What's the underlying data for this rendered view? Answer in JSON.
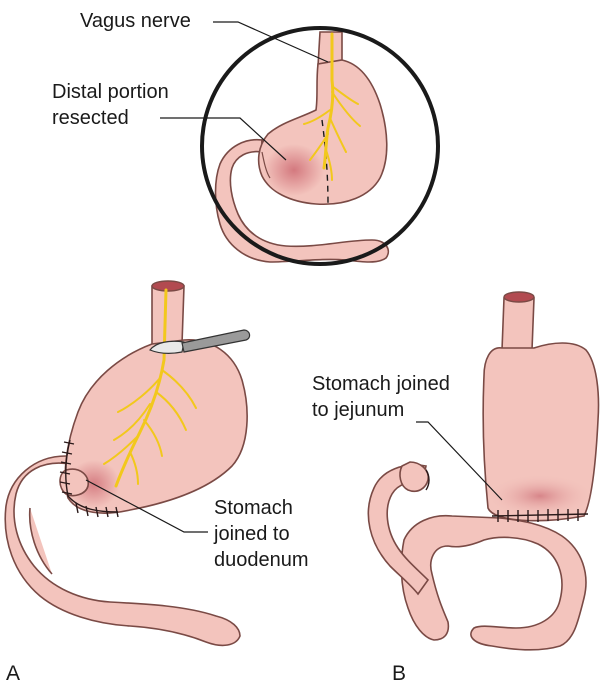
{
  "labels": {
    "vagus_nerve": "Vagus nerve",
    "distal_line1": "Distal portion",
    "distal_line2": "resected",
    "a_line1": "Stomach",
    "a_line2": "joined to",
    "a_line3": "duodenum",
    "b_line1": "Stomach joined",
    "b_line2": "to jejunum"
  },
  "panels": {
    "a": "A",
    "b": "B"
  },
  "colors": {
    "tissue": "#f3c4bd",
    "tissue_dark": "#d98f8b",
    "outline": "#7a4a45",
    "nerve": "#f2c81c",
    "ink": "#1a1a1a"
  }
}
